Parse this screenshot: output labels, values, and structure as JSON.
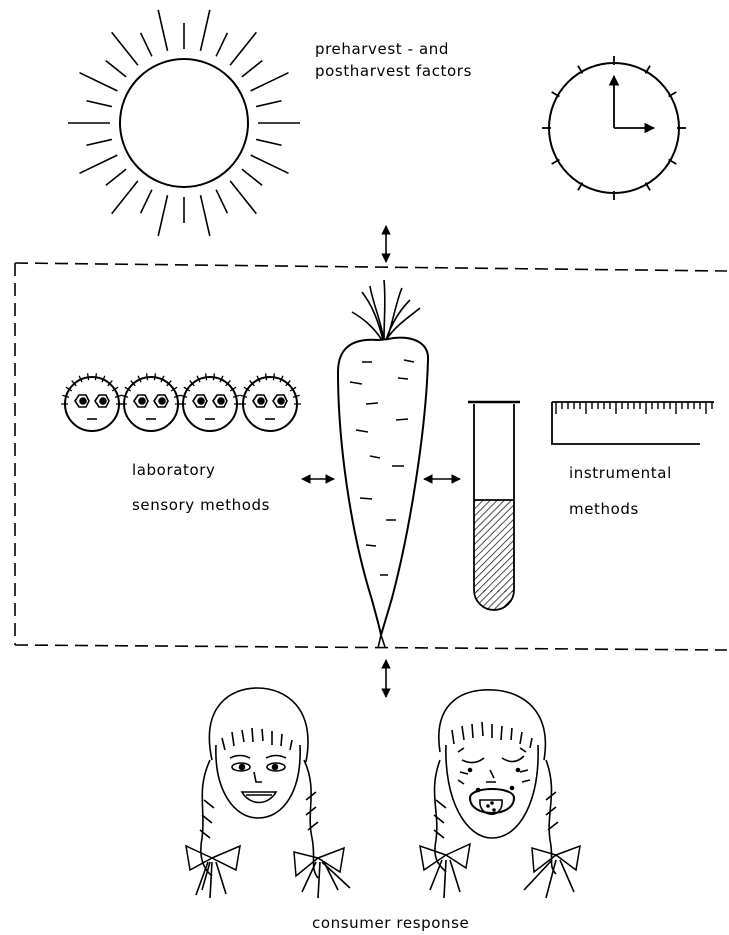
{
  "labels": {
    "factors_line1": "preharvest - and",
    "factors_line2": "postharvest   factors",
    "sensory_line1": "laboratory",
    "sensory_line2": "sensory methods",
    "instrumental_line1": "instrumental",
    "instrumental_line2": "methods",
    "consumer": "consumer response"
  },
  "icons": [
    "sun-icon",
    "clock-icon",
    "carrot-icon",
    "panel-faces-icon",
    "test-tube-icon",
    "ruler-icon",
    "happy-girl-icon",
    "disgusted-girl-icon",
    "double-arrow-icon"
  ],
  "colors": {
    "ink": "#000000",
    "paper": "#ffffff"
  }
}
